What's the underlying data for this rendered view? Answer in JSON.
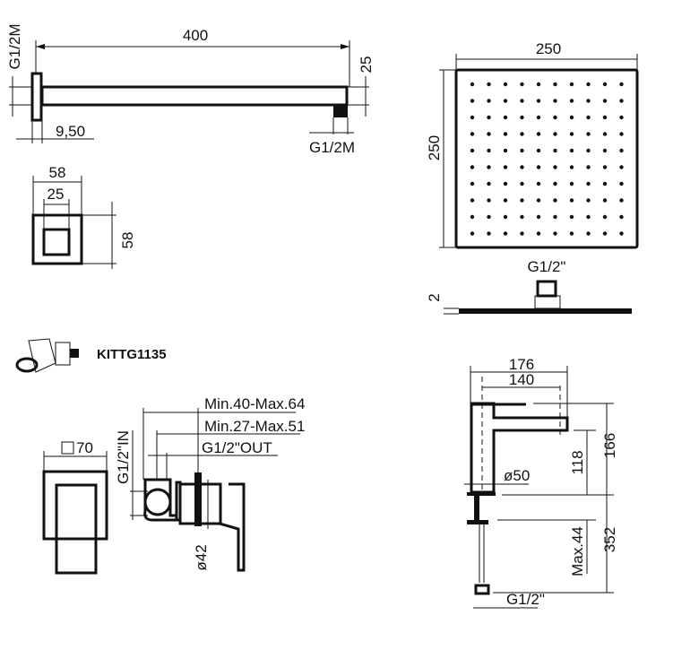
{
  "shower_arm": {
    "length": "400",
    "height": "25",
    "inlet_thread": "G1/2M",
    "outlet_thread": "G1/2M",
    "offset": "9,50"
  },
  "flange": {
    "width": "58",
    "inner": "25",
    "height": "58"
  },
  "shower_head": {
    "width": "250",
    "depth": "250",
    "thread": "G1/2\"",
    "thickness": "2"
  },
  "kit": {
    "code": "KITTG1135"
  },
  "mixer": {
    "plate": "70",
    "range1": "Min.40-Max.64",
    "range2": "Min.27-Max.51",
    "out": "G1/2\"OUT",
    "in": "G1/2\"IN",
    "diameter": "ø42"
  },
  "faucet": {
    "reach_total": "176",
    "reach": "140",
    "base_diameter": "ø50",
    "spout_height": "118",
    "total_height": "166",
    "deck_max": "Max.44",
    "hose": "352",
    "thread": "G1/2\""
  }
}
